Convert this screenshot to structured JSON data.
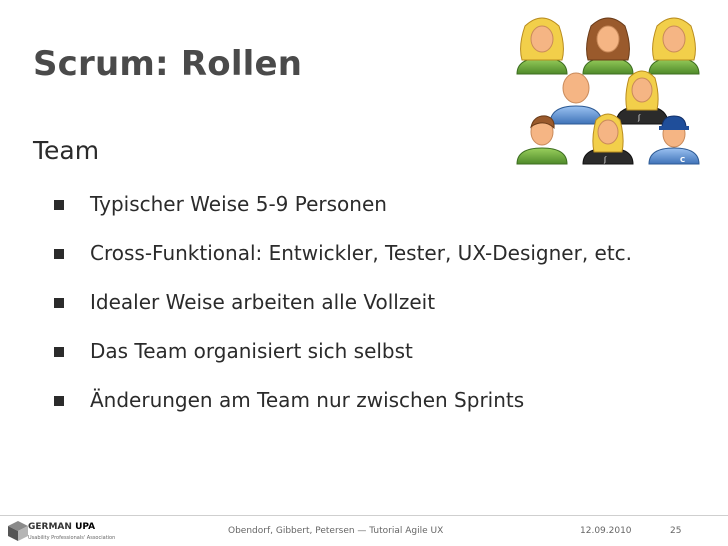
{
  "slide": {
    "title": "Scrum: Rollen",
    "heading": "Team",
    "bullets": [
      "Typischer Weise 5-9 Personen",
      "Cross-Funktional: Entwickler, Tester, UX-Designer, etc.",
      "Idealer Weise arbeiten alle Vollzeit",
      "Das Team organisiert sich selbst",
      "Änderungen am Team nur zwischen Sprints"
    ]
  },
  "footer": {
    "logo_prefix": "GERMAN",
    "logo_suffix": "UPA",
    "logo_subtitle": "Usability Professionals' Association",
    "authors": "Obendorf, Gibbert, Petersen — Tutorial Agile UX",
    "date": "12.09.2010",
    "page": "25"
  },
  "colors": {
    "title": "#4a4a4a",
    "text": "#2b2b2b",
    "skin": "#f5b584",
    "shirt_green": "#6fa843",
    "shirt_blue": "#5a8fd0",
    "hair_blonde": "#f2cf4a",
    "hair_brown": "#9a5a2c"
  },
  "icons": [
    "team-avatars",
    "german-upa-logo-icon"
  ]
}
